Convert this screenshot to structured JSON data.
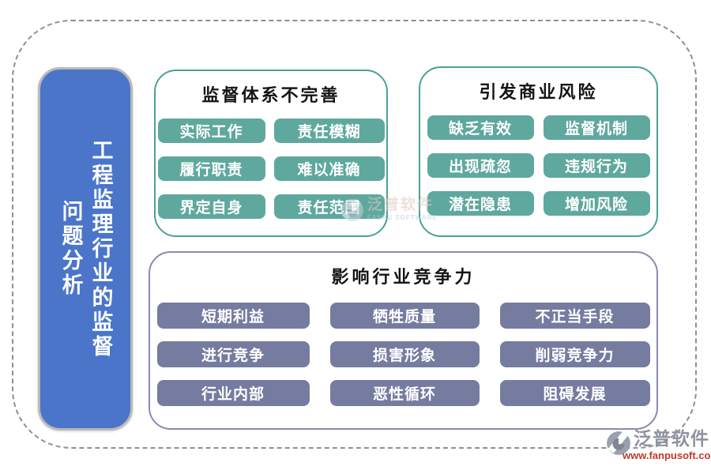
{
  "sidebar": {
    "title_line1": "工程监理行业的监督",
    "title_line2": "问题分析"
  },
  "panels": {
    "supervision_system": {
      "title": "监督体系不完善",
      "items": [
        "实际工作",
        "责任模糊",
        "履行职责",
        "难以准确",
        "界定自身",
        "责任范围"
      ]
    },
    "business_risk": {
      "title": "引发商业风险",
      "items": [
        "缺乏有效",
        "监督机制",
        "出现疏忽",
        "违规行为",
        "潜在隐患",
        "增加风险"
      ]
    },
    "industry_competitiveness": {
      "title": "影响行业竞争力",
      "items": [
        "短期利益",
        "牺牲质量",
        "不正当手段",
        "进行竞争",
        "损害形象",
        "削弱竞争力",
        "行业内部",
        "恶性循环",
        "阻碍发展"
      ]
    }
  },
  "watermarks": {
    "center": {
      "brand": "泛普软件",
      "subtitle": "FANPU SOFTWARE"
    },
    "corner": {
      "brand": "泛普软件",
      "url": "www.fanpusoft.com"
    }
  },
  "colors": {
    "sidebar_blue": "#4a75c9",
    "node_teal": "#5fa89e",
    "node_purple": "#767c9f",
    "panel_border_teal": "#4aa392",
    "panel_border_purple": "#8a8ab2",
    "watermark_red": "#c0392b"
  }
}
